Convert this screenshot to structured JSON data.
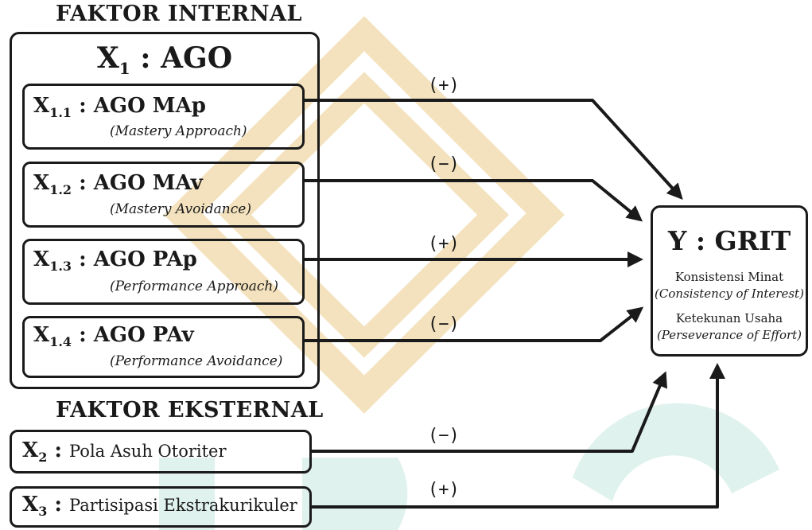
{
  "headings": {
    "internal": "FAKTOR INTERNAL",
    "external": "FAKTOR EKSTERNAL"
  },
  "x1": {
    "symbol": "X",
    "sub": "1",
    "sep": " : ",
    "name": "AGO"
  },
  "items": [
    {
      "symbol": "X",
      "sub": "1.1",
      "name": "AGO MAp",
      "desc": "(Mastery Approach)",
      "sign": "(+)"
    },
    {
      "symbol": "X",
      "sub": "1.2",
      "name": "AGO MAv",
      "desc": "(Mastery Avoidance)",
      "sign": "(−)"
    },
    {
      "symbol": "X",
      "sub": "1.3",
      "name": "AGO PAp",
      "desc": "(Performance Approach)",
      "sign": "(+)"
    },
    {
      "symbol": "X",
      "sub": "1.4",
      "name": "AGO PAv",
      "desc": "(Performance Avoidance)",
      "sign": "(−)"
    }
  ],
  "external": [
    {
      "symbol": "X",
      "sub": "2",
      "name": "Pola Asuh Otoriter",
      "sign": "(−)"
    },
    {
      "symbol": "X",
      "sub": "3",
      "name": "Partisipasi Ekstrakurikuler",
      "sign": "(+)"
    }
  ],
  "y": {
    "title": "Y : GRIT",
    "dim1": "Konsistensi Minat",
    "dim1_en": "(Consistency of Interest)",
    "dim2": "Ketekunan Usaha",
    "dim2_en": "(Perseverance of Effort)"
  },
  "colors": {
    "line": "#1a1a1a",
    "watermark_gold": "#e8c98a",
    "watermark_teal": "#bfe3dd"
  }
}
